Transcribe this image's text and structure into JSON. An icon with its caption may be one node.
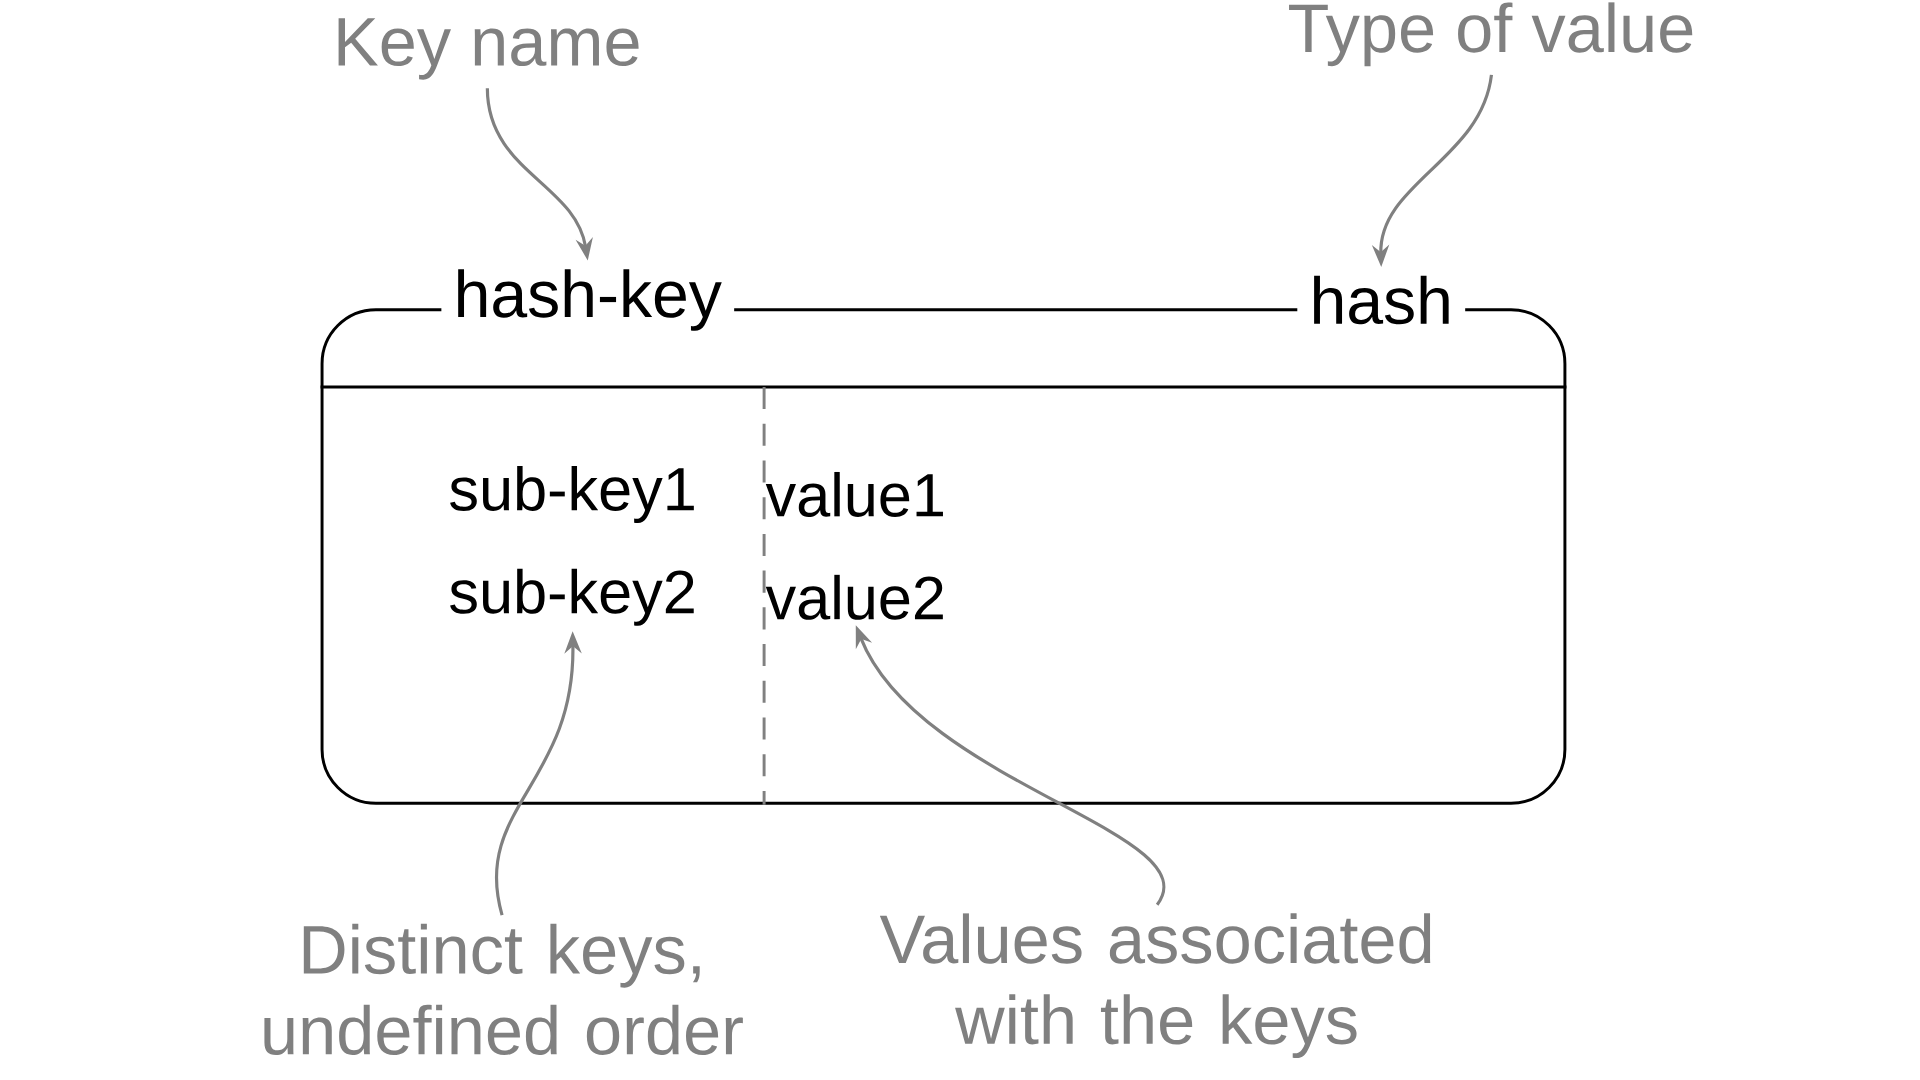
{
  "diagram": {
    "nodes": [
      {
        "text": [
          "Key name"
        ]
      },
      {
        "text": [
          "Type of value"
        ]
      },
      {
        "text": [],
        "shape": "box"
      },
      {
        "text": [
          "hash-key"
        ]
      },
      {
        "text": [
          "hash"
        ]
      },
      {
        "text": [
          "sub-key1",
          "sub-key2"
        ],
        "in": 2
      },
      {
        "text": [
          "value1",
          "value2"
        ],
        "in": 2
      },
      {
        "text": [
          "Distinct keys, undefined order"
        ]
      },
      {
        "text": [
          "Values associated with the keys"
        ]
      }
    ],
    "edges": [
      {
        "from": 0,
        "to": 3,
        "arrow": "to"
      },
      {
        "from": 1,
        "to": 4,
        "arrow": "to"
      },
      {
        "from": 7,
        "to": 5,
        "arrow": "to"
      },
      {
        "from": 8,
        "to": 6,
        "arrow": "to"
      }
    ]
  }
}
